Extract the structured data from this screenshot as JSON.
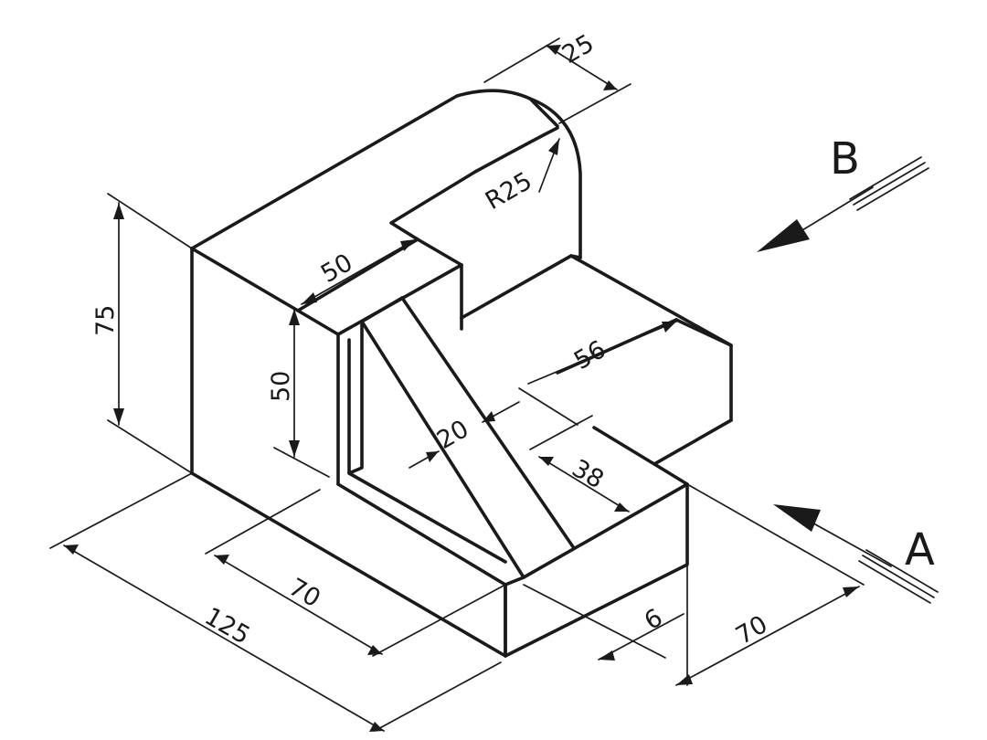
{
  "dimensions": {
    "d25_top": "25",
    "r25": "R25",
    "d50_top": "50",
    "d75": "75",
    "d50_left": "50",
    "d56": "56",
    "d20": "20",
    "d38": "38",
    "d70_front": "70",
    "d125": "125",
    "d6": "6",
    "d70_right": "70"
  },
  "view_labels": {
    "a": "A",
    "b": "B"
  },
  "colors": {
    "ink": "#1a1a1a",
    "paper": "#ffffff"
  }
}
